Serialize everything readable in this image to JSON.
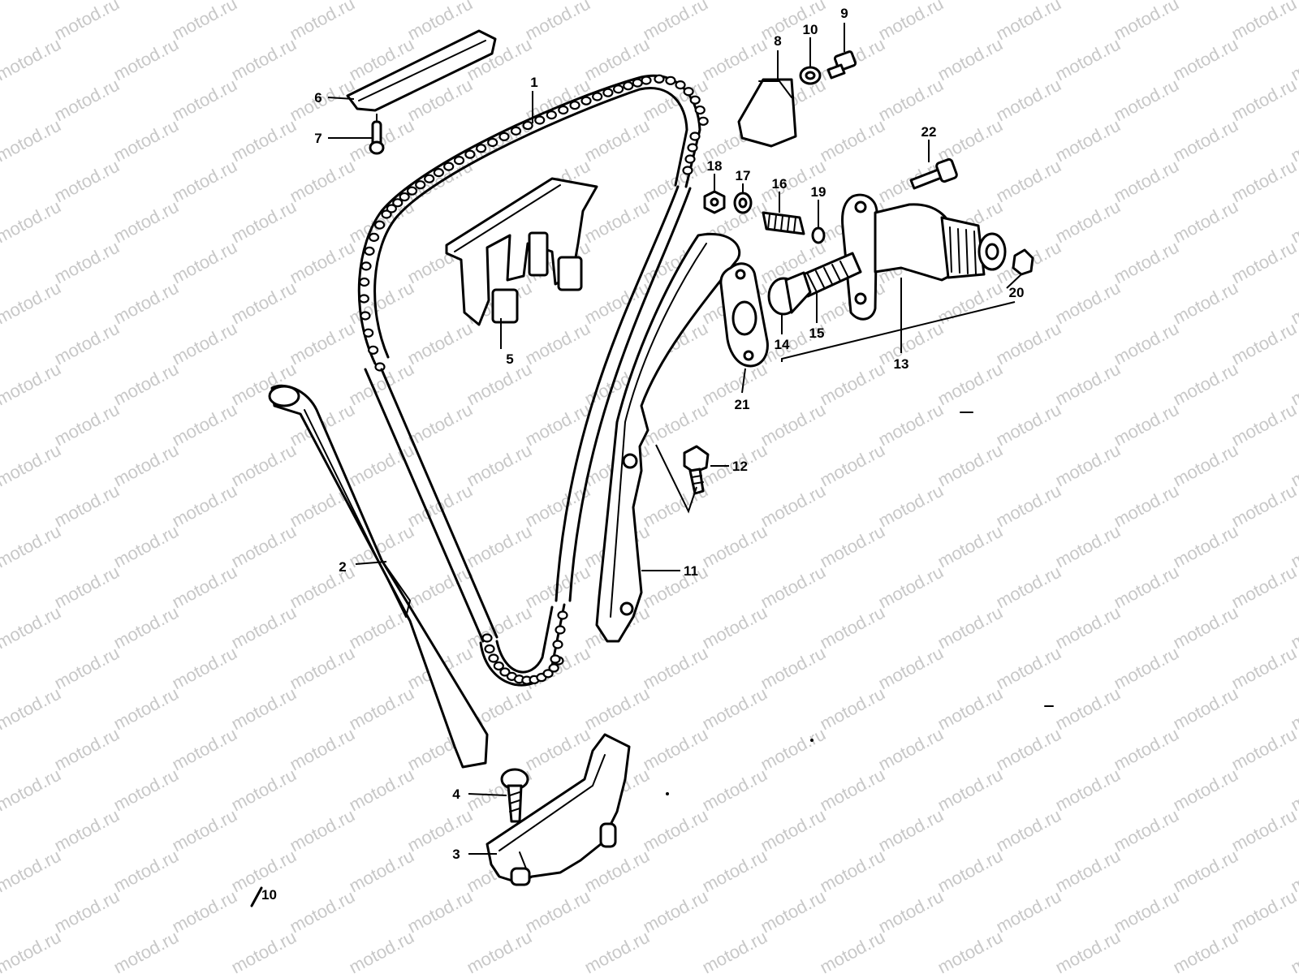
{
  "watermark": {
    "text": "motod.ru",
    "color": "#c8c8c8"
  },
  "callouts": [
    {
      "id": "c1",
      "label": "1"
    },
    {
      "id": "c2",
      "label": "2"
    },
    {
      "id": "c3",
      "label": "3"
    },
    {
      "id": "c4",
      "label": "4"
    },
    {
      "id": "c5",
      "label": "5"
    },
    {
      "id": "c6",
      "label": "6"
    },
    {
      "id": "c7",
      "label": "7"
    },
    {
      "id": "c8",
      "label": "8"
    },
    {
      "id": "c9",
      "label": "9"
    },
    {
      "id": "c10",
      "label": "10"
    },
    {
      "id": "c11",
      "label": "11"
    },
    {
      "id": "c12",
      "label": "12"
    },
    {
      "id": "c13",
      "label": "13"
    },
    {
      "id": "c14",
      "label": "14"
    },
    {
      "id": "c15",
      "label": "15"
    },
    {
      "id": "c16",
      "label": "16"
    },
    {
      "id": "c17",
      "label": "17"
    },
    {
      "id": "c18",
      "label": "18"
    },
    {
      "id": "c19",
      "label": "19"
    },
    {
      "id": "c20",
      "label": "20"
    },
    {
      "id": "c21",
      "label": "21"
    },
    {
      "id": "c22",
      "label": "22"
    }
  ],
  "corner_mark": "10",
  "colors": {
    "line": "#000000",
    "background": "#ffffff"
  }
}
